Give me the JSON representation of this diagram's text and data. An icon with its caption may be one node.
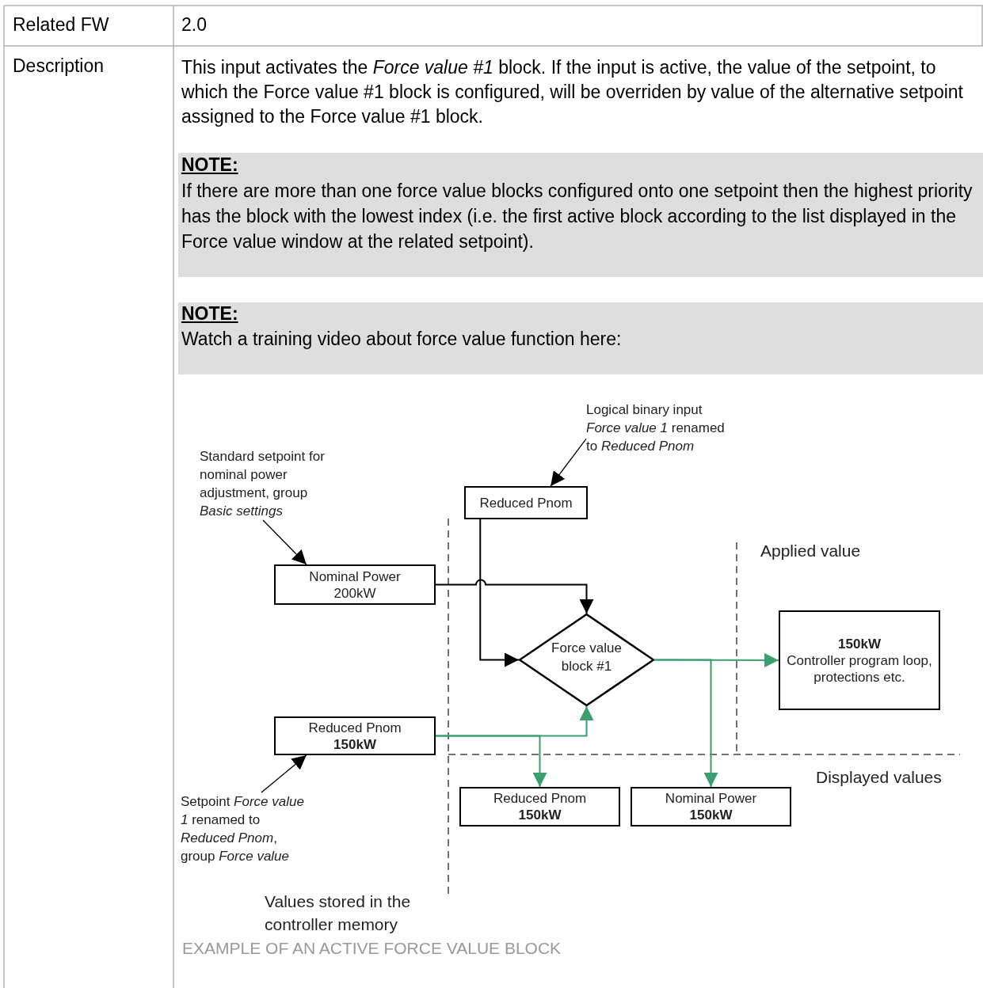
{
  "diagram": {
    "caption": "EXAMPLE OF AN ACTIVE FORCE VALUE BLOCK",
    "nodes": [
      {
        "text": [
          "Reduced Pnom"
        ]
      },
      {
        "text": [
          "Nominal Power",
          "200kW"
        ]
      },
      {
        "text": [
          "Force value block #1"
        ]
      },
      {
        "text": [
          "Reduced Pnom",
          "150kW"
        ]
      },
      {
        "text": [
          "150kW",
          "Controller program loop, protections etc."
        ]
      },
      {
        "text": [
          "Reduced Pnom",
          "150kW"
        ]
      },
      {
        "text": [
          "Nominal Power",
          "150kW"
        ]
      },
      {
        "text": [
          "Logical binary input *Force value 1* renamed to *Reduced Pnom*"
        ]
      },
      {
        "text": [
          "Standard setpoint for nominal power adjustment, group *Basic settings*"
        ]
      },
      {
        "text": [
          "Setpoint *Force value 1* renamed to *Reduced Pnom*, group *Force value*"
        ]
      }
    ],
    "edges": [
      {
        "from": 7,
        "to": 0,
        "arrow": "to"
      },
      {
        "from": 8,
        "to": 1,
        "arrow": "to"
      },
      {
        "from": 9,
        "to": 3,
        "arrow": "to"
      },
      {
        "from": 1,
        "to": 2,
        "arrow": "to"
      },
      {
        "from": 0,
        "to": 2,
        "arrow": "to"
      },
      {
        "from": 3,
        "to": 2,
        "arrow": "to",
        "color": "#3a9e6e"
      },
      {
        "from": 3,
        "to": 5,
        "arrow": "to",
        "color": "#3a9e6e"
      },
      {
        "from": 2,
        "to": 4,
        "arrow": "to",
        "color": "#3a9e6e"
      },
      {
        "from": 2,
        "to": 6,
        "arrow": "to",
        "color": "#3a9e6e"
      }
    ],
    "labels": [
      "Related FW",
      "2.0",
      "Description",
      "This input activates the *Force value #1* block. If the input is active, the value of the setpoint, to which the Force value #1 block is configured, will be overriden by value of the alternative setpoint assigned to the Force value #1 block.",
      "NOTE:",
      "If there are more than one force value blocks configured onto one setpoint then the highest priority has the block with the lowest index (i.e. the first active block according to the list displayed in the Force value window at the related setpoint).",
      "NOTE:",
      "Watch a training video about force value function here:",
      "Applied value",
      "Displayed values",
      "Values stored in the controller memory"
    ]
  }
}
